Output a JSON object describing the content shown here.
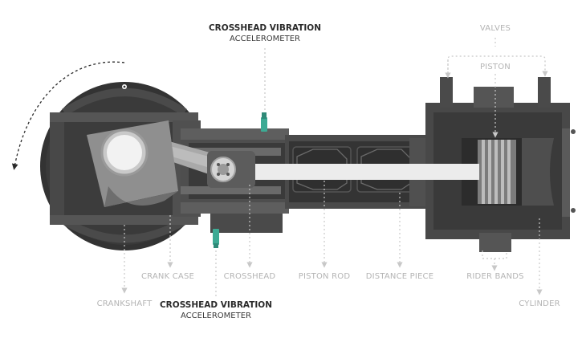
{
  "labels": {
    "crosshead_accel_top": {
      "title": "CROSSHEAD VIBRATION",
      "subtitle": "ACCELEROMETER"
    },
    "crosshead_accel_bottom": {
      "title": "CROSSHEAD VIBRATION",
      "subtitle": "ACCELEROMETER"
    },
    "valves": "VALVES",
    "piston": "PISTON",
    "crank_case": "CRANK CASE",
    "crosshead": "CROSSHEAD",
    "piston_rod": "PISTON ROD",
    "distance_piece": "DISTANCE PIECE",
    "rider_bands": "RIDER BANDS",
    "crankshaft": "CRANKSHAFT",
    "cylinder": "CYLINDER"
  },
  "colors": {
    "body_dark": "#3c3c3c",
    "body_mid": "#555555",
    "body_light": "#6e6e6e",
    "rod": "#ececec",
    "accelerometer": "#3daa94",
    "leader": "#c8c8c8"
  }
}
